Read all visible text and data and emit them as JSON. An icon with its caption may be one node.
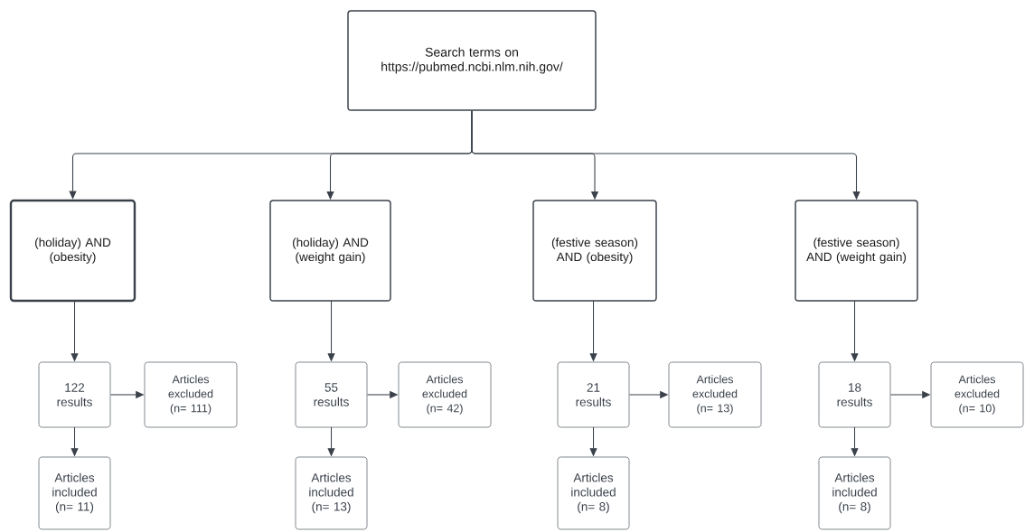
{
  "diagram": {
    "nodes": [
      {
        "text": [
          "Search terms on https://pubmed.ncbi.nlm.nih.gov/"
        ]
      },
      {
        "text": [
          "(holiday) AND (obesity)"
        ]
      },
      {
        "text": [
          "(holiday) AND (weight gain)"
        ]
      },
      {
        "text": [
          "(festive season) AND (obesity)"
        ]
      },
      {
        "text": [
          "(festive season) AND (weight gain)"
        ]
      },
      {
        "text": [
          "122 results"
        ]
      },
      {
        "text": [
          "Articles excluded (n= 111)"
        ]
      },
      {
        "text": [
          "Articles included (n= 11)"
        ]
      },
      {
        "text": [
          "55 results"
        ]
      },
      {
        "text": [
          "Articles excluded (n= 42)"
        ]
      },
      {
        "text": [
          "Articles included (n= 13)"
        ]
      },
      {
        "text": [
          "21 results"
        ]
      },
      {
        "text": [
          "Articles excluded (n= 13)"
        ]
      },
      {
        "text": [
          "Articles included (n= 8)"
        ]
      },
      {
        "text": [
          "18 results"
        ]
      },
      {
        "text": [
          "Articles excluded (n= 10)"
        ]
      },
      {
        "text": [
          "Articles included (n= 8)"
        ]
      }
    ],
    "edges": [
      {
        "from": 0,
        "to": 1,
        "arrow": "to"
      },
      {
        "from": 0,
        "to": 2,
        "arrow": "to"
      },
      {
        "from": 0,
        "to": 3,
        "arrow": "to"
      },
      {
        "from": 0,
        "to": 4,
        "arrow": "to"
      },
      {
        "from": 1,
        "to": 5,
        "arrow": "to"
      },
      {
        "from": 5,
        "to": 6,
        "arrow": "to"
      },
      {
        "from": 5,
        "to": 7,
        "arrow": "to"
      },
      {
        "from": 2,
        "to": 8,
        "arrow": "to"
      },
      {
        "from": 8,
        "to": 9,
        "arrow": "to"
      },
      {
        "from": 8,
        "to": 10,
        "arrow": "to"
      },
      {
        "from": 3,
        "to": 11,
        "arrow": "to"
      },
      {
        "from": 11,
        "to": 12,
        "arrow": "to"
      },
      {
        "from": 11,
        "to": 13,
        "arrow": "to"
      },
      {
        "from": 4,
        "to": 14,
        "arrow": "to"
      },
      {
        "from": 14,
        "to": 15,
        "arrow": "to"
      },
      {
        "from": 14,
        "to": 16,
        "arrow": "to"
      }
    ]
  }
}
